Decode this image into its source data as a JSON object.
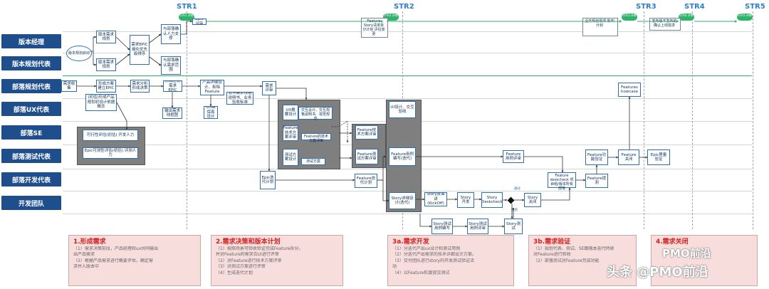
{
  "roles": [
    "版本经理",
    "版本规划代表",
    "部落规划代表",
    "部落UX代表",
    "部落SE",
    "部落测试代表",
    "部落开发代表",
    "开发团队"
  ],
  "stages": [
    {
      "name": "STR1",
      "pill": "STR1 评审"
    },
    {
      "name": "STR2",
      "pill": "STR2 评审"
    },
    {
      "name": "STR3",
      "pill": "STR3 评审"
    },
    {
      "name": "STR4",
      "pill": "STR4 评审"
    },
    {
      "name": "STR5",
      "pill": "STR5 评审"
    }
  ],
  "nodes": {
    "start": "版本规划启动",
    "n_gather_plan": "版本需求规划",
    "n_version_req": "版本需求规划",
    "n_epic_priority": "需求EPIC细化优先级排序",
    "n_confirm_resource": "与部落确认人力支撑",
    "n_confirm_demand": "与部落确认需求范围",
    "n_epic_review": "Epic评审",
    "n_req_collect": "需求收集",
    "n_form_epic": "形成方案建立EPIC",
    "n_arch_estimate": "(初估)形成产品规划初设计依据概念",
    "n_analyze": "需求分析形成决策",
    "n_split_epic": "形成正式需求EPIC",
    "n_product_design": "产品详细设计、拆除Feature",
    "n_sw_review": "软件需求规格说明书、业务验收标准",
    "n_req_review": "需求评审",
    "n_ux_design": "UX概要设计",
    "n_interaction": "交互设计、交互规格说明书、视觉规范",
    "n_output_ux": "输出需求线框图",
    "n_ux_hifi": "UX高保真设计",
    "n_feature_tech": "Feature技术方案评审",
    "n_feature_tech_plan": "Feature的技术方案评审",
    "n_test_design": "测试方案设计",
    "n_test_plan_small": "测试方案",
    "n_feature_tech2": "Feature技术方案评审",
    "n_feature_test_review": "Feature测试方案评审",
    "n_feasibility": "可行性评估(初估) 开发人力",
    "n_epic_feasibility": "Epic可测性评估(初估) 评测人力",
    "n_epic_iteration": "Epic迭代计划",
    "n_feature_iteration": "Feature迭代计划",
    "n_ux_grey_detail": "UI设计、交互验收",
    "n_feature_usecase": "Feature用例编写(迭代)",
    "n_story_split": "Story详细设计(迭代)",
    "n_story_kickoff": "Story反串讲(KickOff)",
    "n_story_dev": "Story开发",
    "n_story_deskcheck": "Story Deskcheck",
    "n_story_close": "Story关闭",
    "n_story_testcase_write": "Story测试用例编写",
    "n_story_testcase_review": "Story测试用例评审",
    "n_story_test": "Story测试",
    "n_feature_usecase_review": "Feature用例评审",
    "n_feature_verify": "Feature功能验证",
    "n_feature_close": "Feature关闭",
    "n_feature_showcase": "Features howcase",
    "n_feature_deliver": "Feature提测",
    "n_feature_detail": "Feature deskcheck 项目组/版本所有部落",
    "n_epic_acceptance": "Epic质量验证",
    "n_str2_note": "Feature Story清单拆分计划 评估变更",
    "n_str3_note": "业务规划需求 影响计划",
    "n_str4_note": "发布版本发布的 确认上线需求",
    "n_pass": "通过",
    "n_fail": "回退"
  },
  "phases": [
    {
      "title": "1.形成需求",
      "lines": [
        "（1）需求决策前段，产品经理和ux共同输出",
        "出产品需求",
        "（2）根据产品需求进行概要评估，确定需",
        "求并入版本中"
      ]
    },
    {
      "title": "2.需求决策和版本计划",
      "lines": [
        "（1）按照场景可验收验证完成Feature拆分，",
        "并对Feature的需求合UI进行评审",
        "（2）对Feature进行技术方案评审",
        "（3）对测试方案进行评审",
        "（4）生成迭代计划"
      ]
    },
    {
      "title": "3a.需求开发",
      "lines": [
        "（1）分迭代产出ux设计和测试用例",
        "（2）分迭代产出需求的技术详细设计方案。",
        "（3）交付团队进行story的开发测试验证活",
        "动",
        "（4）以Feature粒度提交测试"
      ]
    },
    {
      "title": "3b.需求验证",
      "lines": [
        "（1）规划代表、测试、SE跟随本迭代特续",
        "对Feature进行验收",
        "（2）部落测试对Feature完成功能"
      ]
    },
    {
      "title": "4.需求关闭",
      "lines": []
    }
  ],
  "watermark": {
    "line1": "PMO前沿",
    "line2": "头条 @PMO前沿"
  }
}
